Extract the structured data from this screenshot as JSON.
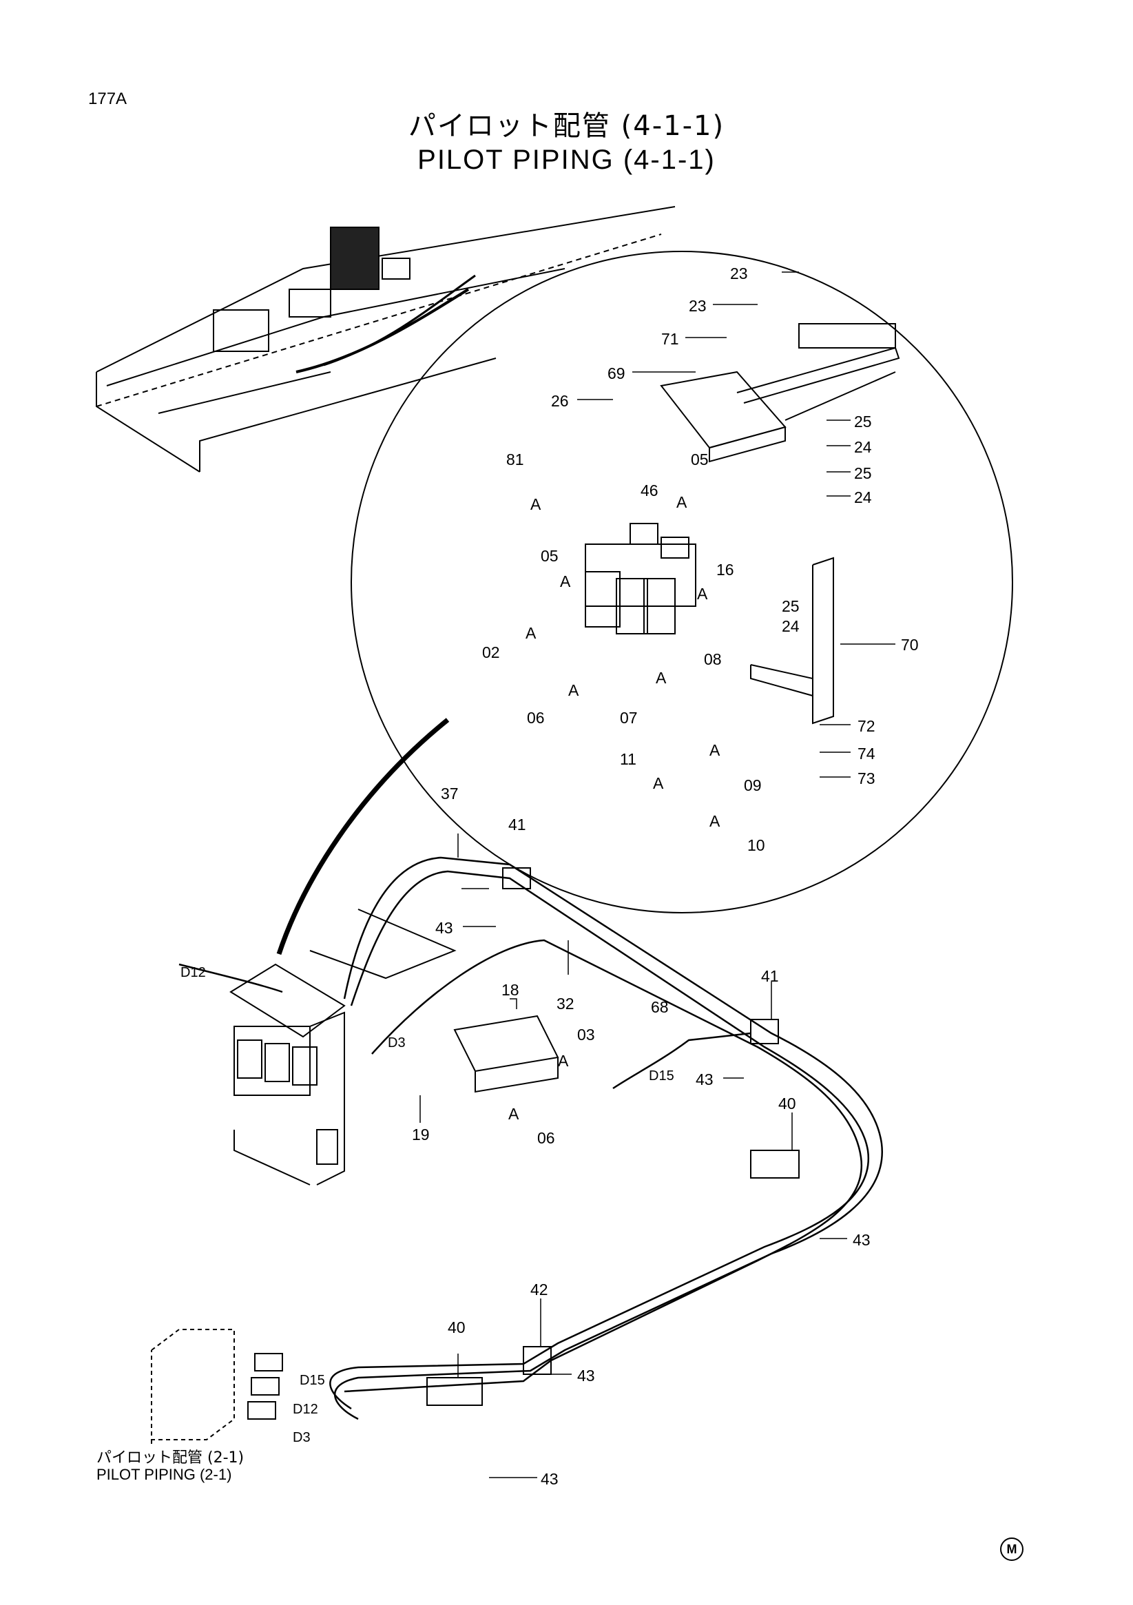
{
  "page": {
    "number": "177A"
  },
  "title": {
    "japanese": "パイロット配管 (4-1-1)",
    "english": "PILOT PIPING (4-1-1)"
  },
  "reference": {
    "japanese": "パイロット配管 (2-1)",
    "english": "PILOT PIPING (2-1)"
  },
  "mark": "M",
  "callouts": {
    "c23a": "23",
    "c23b": "23",
    "c71": "71",
    "c69": "69",
    "c26": "26",
    "c25a": "25",
    "c24a": "24",
    "c25b": "25",
    "c24b": "24",
    "c81": "81",
    "c46": "46",
    "c05a": "05",
    "c05b": "05",
    "c16": "16",
    "c25c": "25",
    "c24c": "24",
    "c70": "70",
    "c02": "02",
    "c08": "08",
    "c06a": "06",
    "c07": "07",
    "c72": "72",
    "c74": "74",
    "c73": "73",
    "c11": "11",
    "c09": "09",
    "c10": "10",
    "c37": "37",
    "c41a": "41",
    "c43a": "43",
    "c32": "32",
    "c41b": "41",
    "c18": "18",
    "c68": "68",
    "c03": "03",
    "c43b": "43",
    "c19": "19",
    "c06b": "06",
    "c40a": "40",
    "c43c": "43",
    "c42": "42",
    "c40b": "40",
    "c43d": "43",
    "c43e": "43"
  },
  "port_labels": {
    "a1": "A",
    "a2": "A",
    "a3": "A",
    "a4": "A",
    "a5": "A",
    "a6": "A",
    "a7": "A",
    "a8": "A",
    "a9": "A",
    "a10": "A",
    "a11": "A",
    "a12": "A"
  },
  "hose_labels": {
    "d12a": "D12",
    "d3a": "D3",
    "d15a": "D15",
    "d15b": "D15",
    "d12b": "D12",
    "d3b": "D3"
  }
}
